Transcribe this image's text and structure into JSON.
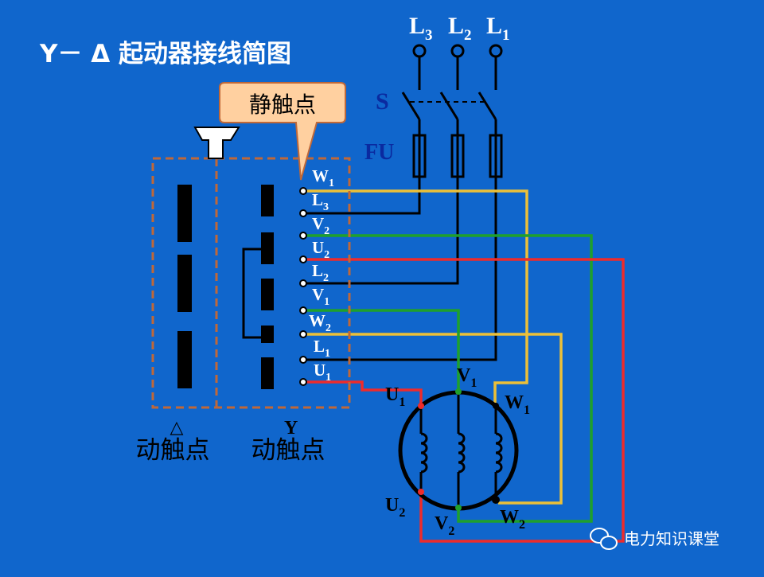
{
  "title": "Y－ Δ 起动器接线简图",
  "callout": "静触点",
  "supply": {
    "phases": [
      {
        "letter": "L",
        "sub": "3"
      },
      {
        "letter": "L",
        "sub": "2"
      },
      {
        "letter": "L",
        "sub": "1"
      }
    ],
    "switch_label": "S",
    "fuse_label": "FU"
  },
  "terminals": [
    {
      "letter": "W",
      "sub": "1"
    },
    {
      "letter": "L",
      "sub": "3"
    },
    {
      "letter": "V",
      "sub": "2"
    },
    {
      "letter": "U",
      "sub": "2"
    },
    {
      "letter": "L",
      "sub": "2"
    },
    {
      "letter": "V",
      "sub": "1"
    },
    {
      "letter": "W",
      "sub": "2"
    },
    {
      "letter": "L",
      "sub": "1"
    },
    {
      "letter": "U",
      "sub": "1"
    }
  ],
  "contacts": {
    "delta_symbol": "△",
    "y_symbol": "Y",
    "delta_label": "动触点",
    "y_label": "动触点"
  },
  "motor_terminals": {
    "u1": {
      "letter": "U",
      "sub": "1"
    },
    "v1": {
      "letter": "V",
      "sub": "1"
    },
    "w1": {
      "letter": "W",
      "sub": "1"
    },
    "u2": {
      "letter": "U",
      "sub": "2"
    },
    "v2": {
      "letter": "V",
      "sub": "2"
    },
    "w2": {
      "letter": "W",
      "sub": "2"
    }
  },
  "watermark": "电力知识课堂",
  "colors": {
    "background": "#1066cc",
    "title": "#ffffff",
    "accent_blue": "#0a2aa0",
    "wire": "#000000",
    "yellow": "#ecc038",
    "green": "#1fa02c",
    "red": "#ee2b2b",
    "dashed": "#c06838",
    "callout_fill": "#ffd0a0"
  }
}
